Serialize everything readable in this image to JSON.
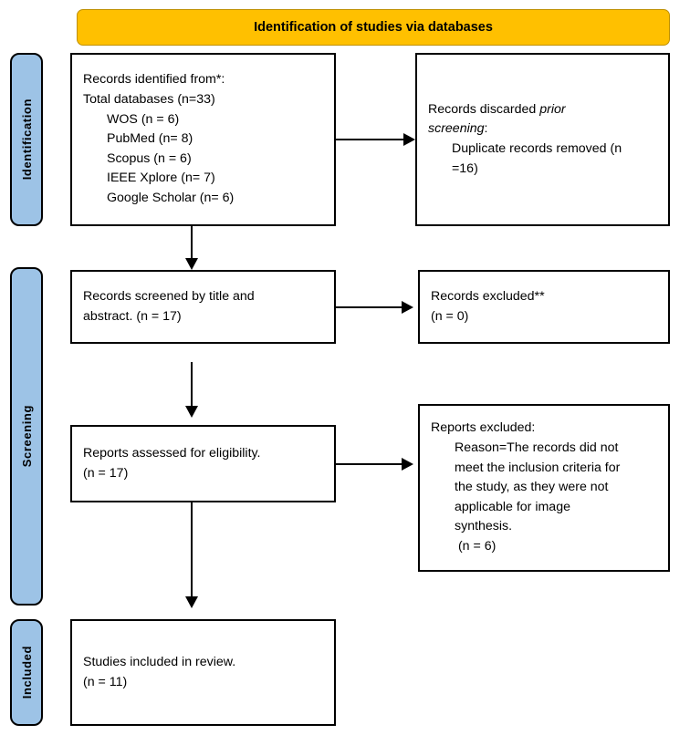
{
  "banner": {
    "title": "Identification of studies via databases"
  },
  "phases": [
    {
      "name": "identification",
      "label": "Identification"
    },
    {
      "name": "screening",
      "label": "Screening"
    },
    {
      "name": "included",
      "label": "Included"
    }
  ],
  "boxes": {
    "records_identified": {
      "lines": [
        "Records identified from*:",
        "Total databases (n=33)",
        "WOS (n = 6)",
        "PubMed (n= 8)",
        "Scopus (n = 6)",
        "IEEE Xplore (n= 7)",
        "Google Scholar (n= 6)"
      ]
    },
    "records_discarded": {
      "line1_plain": "Records discarded ",
      "line1_ital": "prior",
      "line2_ital": "screening",
      "line2_plain": ":",
      "line3": "Duplicate records removed (n",
      "line4": "=16)"
    },
    "records_screened": {
      "line1": "Records screened by title and",
      "line2": "abstract. (n = 17)"
    },
    "records_excluded": {
      "line1": "Records excluded**",
      "line2": "(n = 0)"
    },
    "reports_assessed": {
      "line1": "Reports assessed for eligibility.",
      "line2": "(n = 17)"
    },
    "reports_excluded": {
      "line1": "Reports excluded:",
      "line2": "Reason=The records did not",
      "line3": "meet the inclusion criteria for",
      "line4": "the study, as they were not",
      "line5": "applicable for image",
      "line6": "synthesis.",
      "line7": " (n = 6)"
    },
    "studies_included": {
      "line1": "Studies included in review.",
      "line2": "(n = 11)"
    }
  },
  "colors": {
    "banner_fill": "#FFC000",
    "phase_fill": "#9DC3E6",
    "box_border": "#000000",
    "text": "#000000",
    "page_background": "#FFFFFF"
  }
}
